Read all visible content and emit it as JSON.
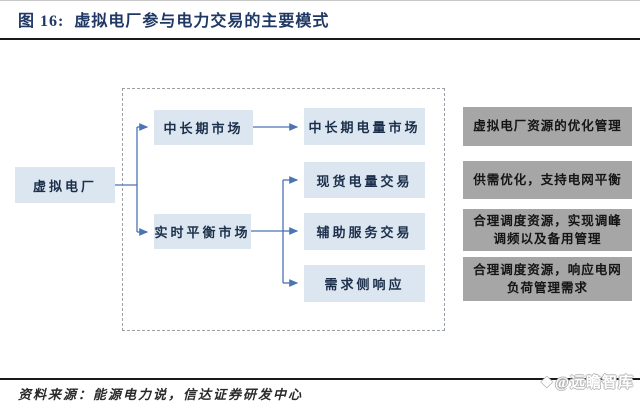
{
  "header": {
    "title": "图 16:  虚拟电厂参与电力交易的主要模式"
  },
  "diagram": {
    "root": {
      "label": "虚拟电厂"
    },
    "markets": [
      {
        "label": "中长期市场"
      },
      {
        "label": "实时平衡市场"
      }
    ],
    "segments": [
      {
        "label": "中长期电量市场"
      },
      {
        "label": "现货电量交易"
      },
      {
        "label": "辅助服务交易"
      },
      {
        "label": "需求侧响应"
      }
    ],
    "outcomes": [
      {
        "label": "虚拟电厂资源的优化管理"
      },
      {
        "label": "供需优化，支持电网平衡"
      },
      {
        "label": "合理调度资源，实现调峰调频以及备用管理"
      },
      {
        "label": "合理调度资源，响应电网负荷管理需求"
      }
    ],
    "colors": {
      "title": "#1f3864",
      "node_fill": "#dce6f1",
      "node_text": "#1c2f4a",
      "outcome_fill": "#a6a6a6",
      "connector": "#4a74b4",
      "dashed_frame": "#9aa0a6"
    }
  },
  "footer": {
    "source": "资料来源：能源电力说，信达证券研发中心",
    "watermark_icon": "❖",
    "watermark_text": "@远瞻智库"
  }
}
